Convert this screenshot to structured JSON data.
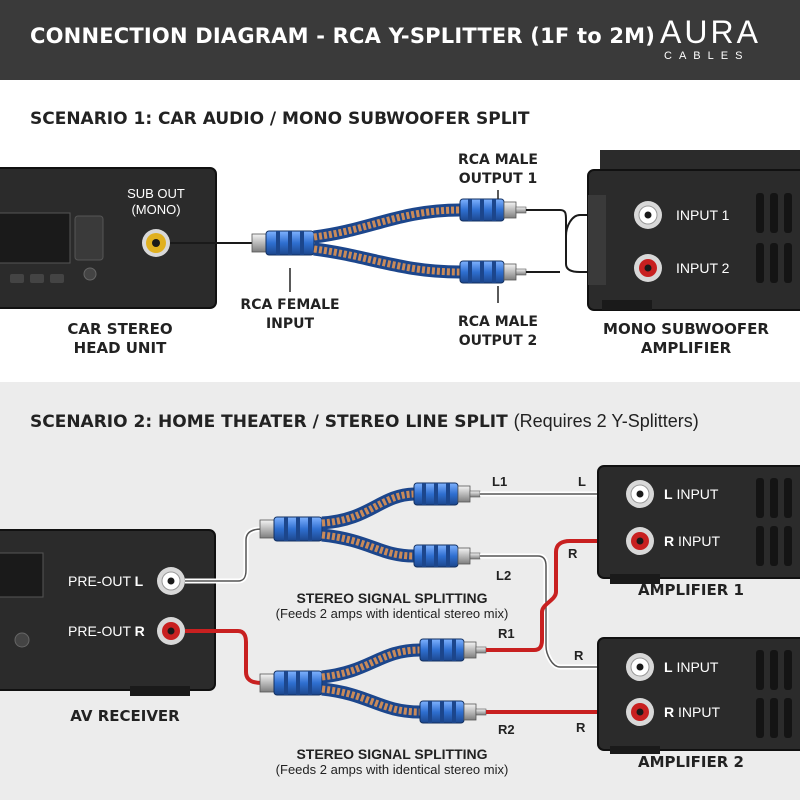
{
  "header": {
    "title": "CONNECTION DIAGRAM - RCA Y-SPLITTER (1F to 2M)",
    "brand": "AURA",
    "brand_sub": "CABLES"
  },
  "scenario1": {
    "title": "SCENARIO 1: CAR AUDIO / MONO SUBWOOFER SPLIT",
    "head_unit_port_line1": "SUB OUT",
    "head_unit_port_line2": "(MONO)",
    "head_unit_label_line1": "CAR STEREO",
    "head_unit_label_line2": "HEAD UNIT",
    "female_label_line1": "RCA FEMALE",
    "female_label_line2": "INPUT",
    "male1_label_line1": "RCA MALE",
    "male1_label_line2": "OUTPUT 1",
    "male2_label_line1": "RCA MALE",
    "male2_label_line2": "OUTPUT 2",
    "amp_input1": "INPUT 1",
    "amp_input2": "INPUT 2",
    "amp_label_line1": "MONO SUBWOOFER",
    "amp_label_line2": "AMPLIFIER"
  },
  "scenario2": {
    "title": "SCENARIO 2: HOME THEATER / STEREO LINE SPLIT",
    "title_note": "(Requires 2 Y-Splitters)",
    "receiver_pre_l": "PRE-OUT",
    "receiver_pre_l_ch": "L",
    "receiver_pre_r": "PRE-OUT",
    "receiver_pre_r_ch": "R",
    "receiver_label": "AV RECEIVER",
    "split_top_line1": "STEREO SIGNAL SPLITTING",
    "split_top_line2": "(Feeds 2 amps with identical stereo mix)",
    "split_bot_line1": "STEREO SIGNAL SPLITTING",
    "split_bot_line2": "(Feeds 2 amps with identical stereo mix)",
    "out_l1": "L1",
    "out_l2": "L2",
    "out_r1": "R1",
    "out_r2": "R2",
    "wire_l_top": "L",
    "wire_r_top": "R",
    "wire_r_mid": "R",
    "wire_r_bot": "R",
    "amp1_l_ch": "L",
    "amp1_l_text": "INPUT",
    "amp1_r_ch": "R",
    "amp1_r_text": "INPUT",
    "amp1_label": "AMPLIFIER 1",
    "amp2_l_ch": "L",
    "amp2_l_text": "INPUT",
    "amp2_r_ch": "R",
    "amp2_r_text": "INPUT",
    "amp2_label": "AMPLIFIER 2"
  },
  "colors": {
    "header_bg": "#3a3a3a",
    "section2_bg": "#ececec",
    "device_body": "#2b2b2b",
    "cable_blue": "#2f6fd0",
    "signal_red": "#c82020",
    "jack_yellow": "#e0b020"
  }
}
